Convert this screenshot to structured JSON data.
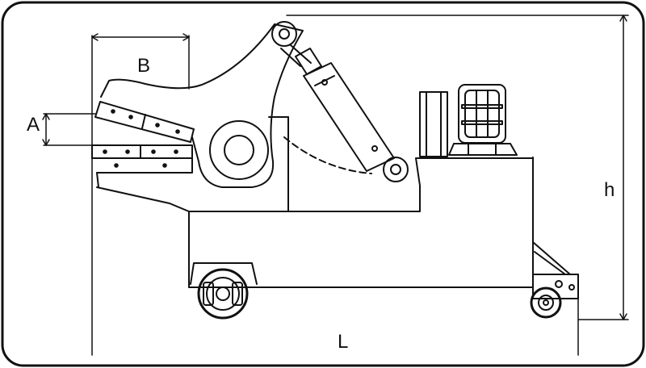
{
  "dimensions": {
    "a": "A",
    "b": "B",
    "h": "h",
    "l": "L"
  },
  "colors": {
    "stroke": "#111111",
    "background": "#ffffff"
  }
}
